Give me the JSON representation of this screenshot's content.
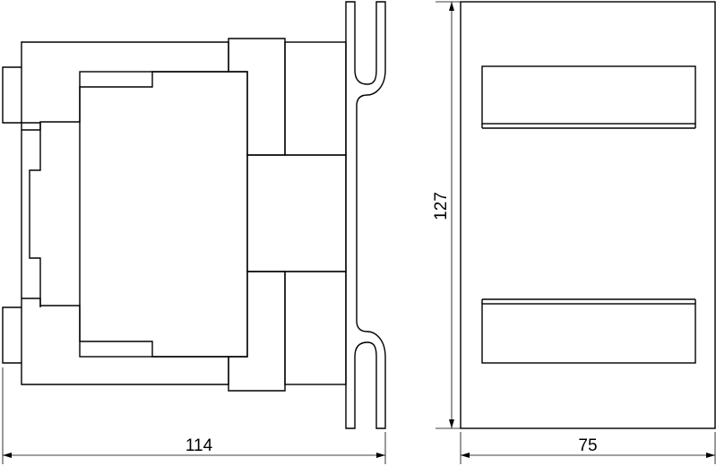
{
  "dimensions": {
    "width_side": "114",
    "width_front": "75",
    "height": "127"
  }
}
